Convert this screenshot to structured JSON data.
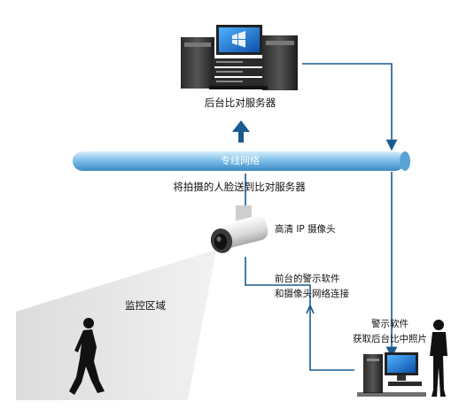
{
  "server": {
    "label": "后台比对服务器"
  },
  "network": {
    "label": "专线网络"
  },
  "upload_caption": "将拍摄的人脸送到比对服务器",
  "camera": {
    "label": "高清 IP 摄像头"
  },
  "connection": {
    "line1": "前台的警示软件",
    "line2": "和摄像头网络连接"
  },
  "zone": {
    "label": "监控区域"
  },
  "alert": {
    "line1": "警示软件",
    "line2": "获取后台比中照片"
  },
  "colors": {
    "arrow": "#1a5a8e",
    "network_blue": "#6fb3e0",
    "zone_gray": "#e3e3e3"
  }
}
